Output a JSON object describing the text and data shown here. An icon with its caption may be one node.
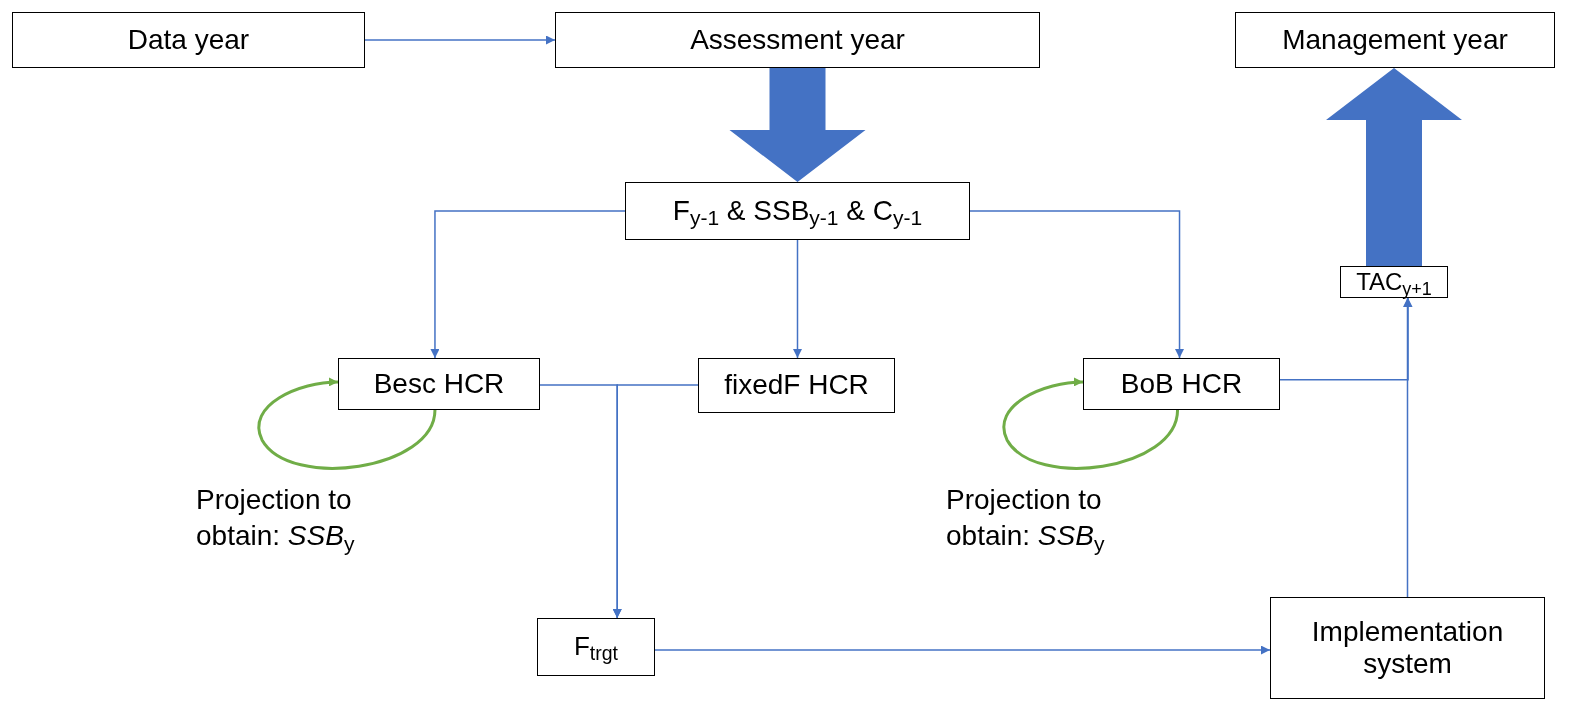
{
  "diagram": {
    "nodes": [
      {
        "text": [
          "Data year"
        ]
      },
      {
        "text": [
          "Assessment year"
        ]
      },
      {
        "text": [
          "Management year"
        ]
      },
      {
        "text": [
          "F$_{y-1}$ & SSB$_{y-1}$ & C$_{y-1}$"
        ]
      },
      {
        "text": [
          "Besc HCR"
        ]
      },
      {
        "text": [
          "fixedF HCR"
        ]
      },
      {
        "text": [
          "BoB HCR"
        ]
      },
      {
        "text": [
          "TAC$_{y+1}$"
        ]
      },
      {
        "text": [
          "F$_{trgt}$"
        ]
      },
      {
        "text": [
          "Implementation system"
        ]
      }
    ],
    "edges": [
      {
        "from": 0,
        "to": 1,
        "arrow": "to"
      },
      {
        "from": 1,
        "to": 3,
        "arrow": "to",
        "style": "thick"
      },
      {
        "from": 3,
        "to": 4,
        "arrow": "to"
      },
      {
        "from": 3,
        "to": 5,
        "arrow": "to"
      },
      {
        "from": 3,
        "to": 6,
        "arrow": "to"
      },
      {
        "from": 4,
        "to": 8,
        "arrow": "to"
      },
      {
        "from": 5,
        "to": 8,
        "arrow": "to"
      },
      {
        "from": 8,
        "to": 9,
        "arrow": "to"
      },
      {
        "from": 9,
        "to": 7,
        "arrow": "to"
      },
      {
        "from": 6,
        "to": 7,
        "arrow": "to"
      },
      {
        "from": 7,
        "to": 2,
        "arrow": "to",
        "style": "thick"
      },
      {
        "from": 4,
        "to": 4,
        "arrow": "to",
        "label": "Projection to obtain: *SSB*$_{y}$",
        "color": "#70ad47"
      },
      {
        "from": 6,
        "to": 6,
        "arrow": "to",
        "label": "Projection to obtain: *SSB*$_{y}$",
        "color": "#70ad47"
      }
    ]
  }
}
